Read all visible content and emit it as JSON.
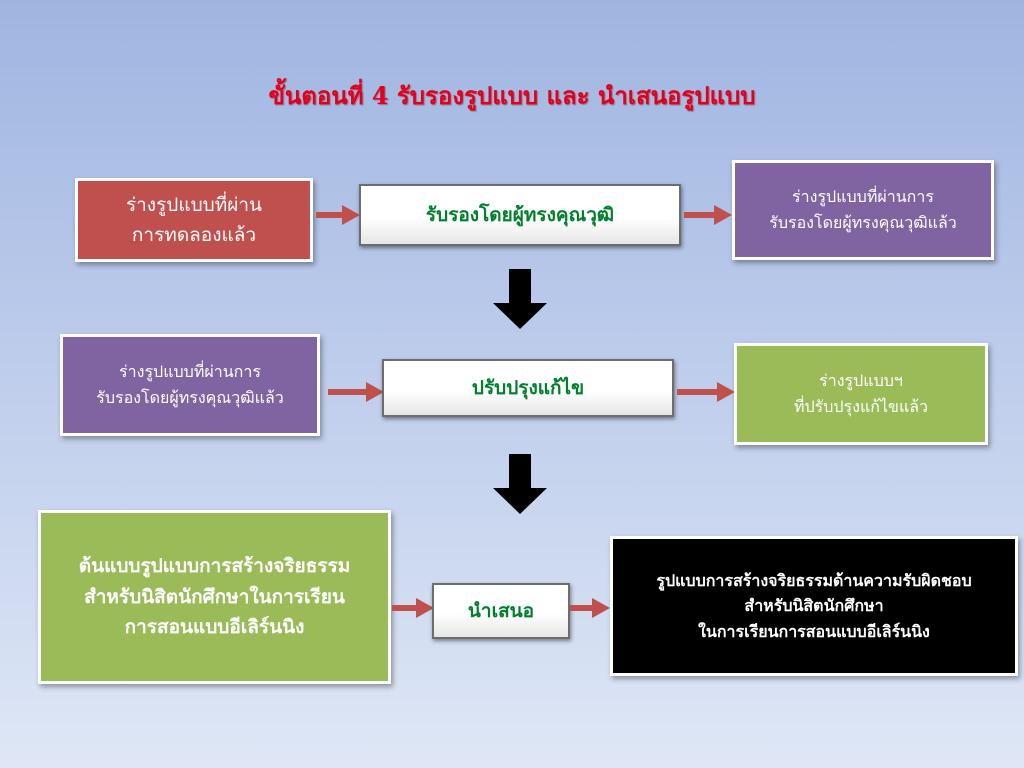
{
  "title": "ขั้นตอนที่ 4 รับรองรูปแบบ และ นำเสนอรูปแบบ",
  "row1": {
    "input": "ร่างรูปแบบที่ผ่าน\nการทดลองแล้ว",
    "action": "รับรองโดยผู้ทรงคุณวุฒิ",
    "output": "ร่างรูปแบบที่ผ่านการ\nรับรองโดยผู้ทรงคุณวุฒิแล้ว"
  },
  "row2": {
    "input": "ร่างรูปแบบที่ผ่านการ\nรับรองโดยผู้ทรงคุณวุฒิแล้ว",
    "action": "ปรับปรุงแก้ไข",
    "output": "ร่างรูปแบบฯ\nที่ปรับปรุงแก้ไขแล้ว"
  },
  "row3": {
    "input": "ต้นแบบรูปแบบการสร้างจริยธรรม\nสำหรับนิสิตนักศึกษาในการเรียน\nการสอนแบบอีเลิร์นนิง",
    "action": "นำเสนอ",
    "output": "รูปแบบการสร้างจริยธรรมด้านความรับผิดชอบ\nสำหรับนิสิตนักศึกษา\nในการเรียนการสอนแบบอีเลิร์นนิง"
  },
  "colors": {
    "title": "#e3001b",
    "red_box": "#c0504d",
    "purple_box": "#8064a2",
    "green_box": "#9bbb59",
    "black_box": "#000000",
    "action_text": "#00802b",
    "connector_arrow": "#c0504d",
    "down_arrow": "#000000"
  }
}
